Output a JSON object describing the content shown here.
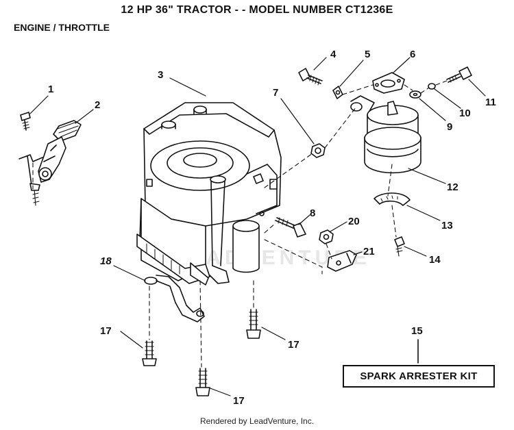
{
  "header": {
    "title": "12 HP 36\" TRACTOR - - MODEL NUMBER CT1236E",
    "subtitle": "ENGINE / THROTTLE"
  },
  "callouts": {
    "c1": "1",
    "c2": "2",
    "c3": "3",
    "c4": "4",
    "c5": "5",
    "c6": "6",
    "c7": "7",
    "c8": "8",
    "c9": "9",
    "c10": "10",
    "c11": "11",
    "c12": "12",
    "c13": "13",
    "c14": "14",
    "c15": "15",
    "c17a": "17",
    "c17b": "17",
    "c17c": "17",
    "c18": "18",
    "c20": "20",
    "c21": "21"
  },
  "kit_label": "SPARK ARRESTER KIT",
  "watermark": "LEADVENTURE",
  "footer": "Rendered by LeadVenture, Inc."
}
